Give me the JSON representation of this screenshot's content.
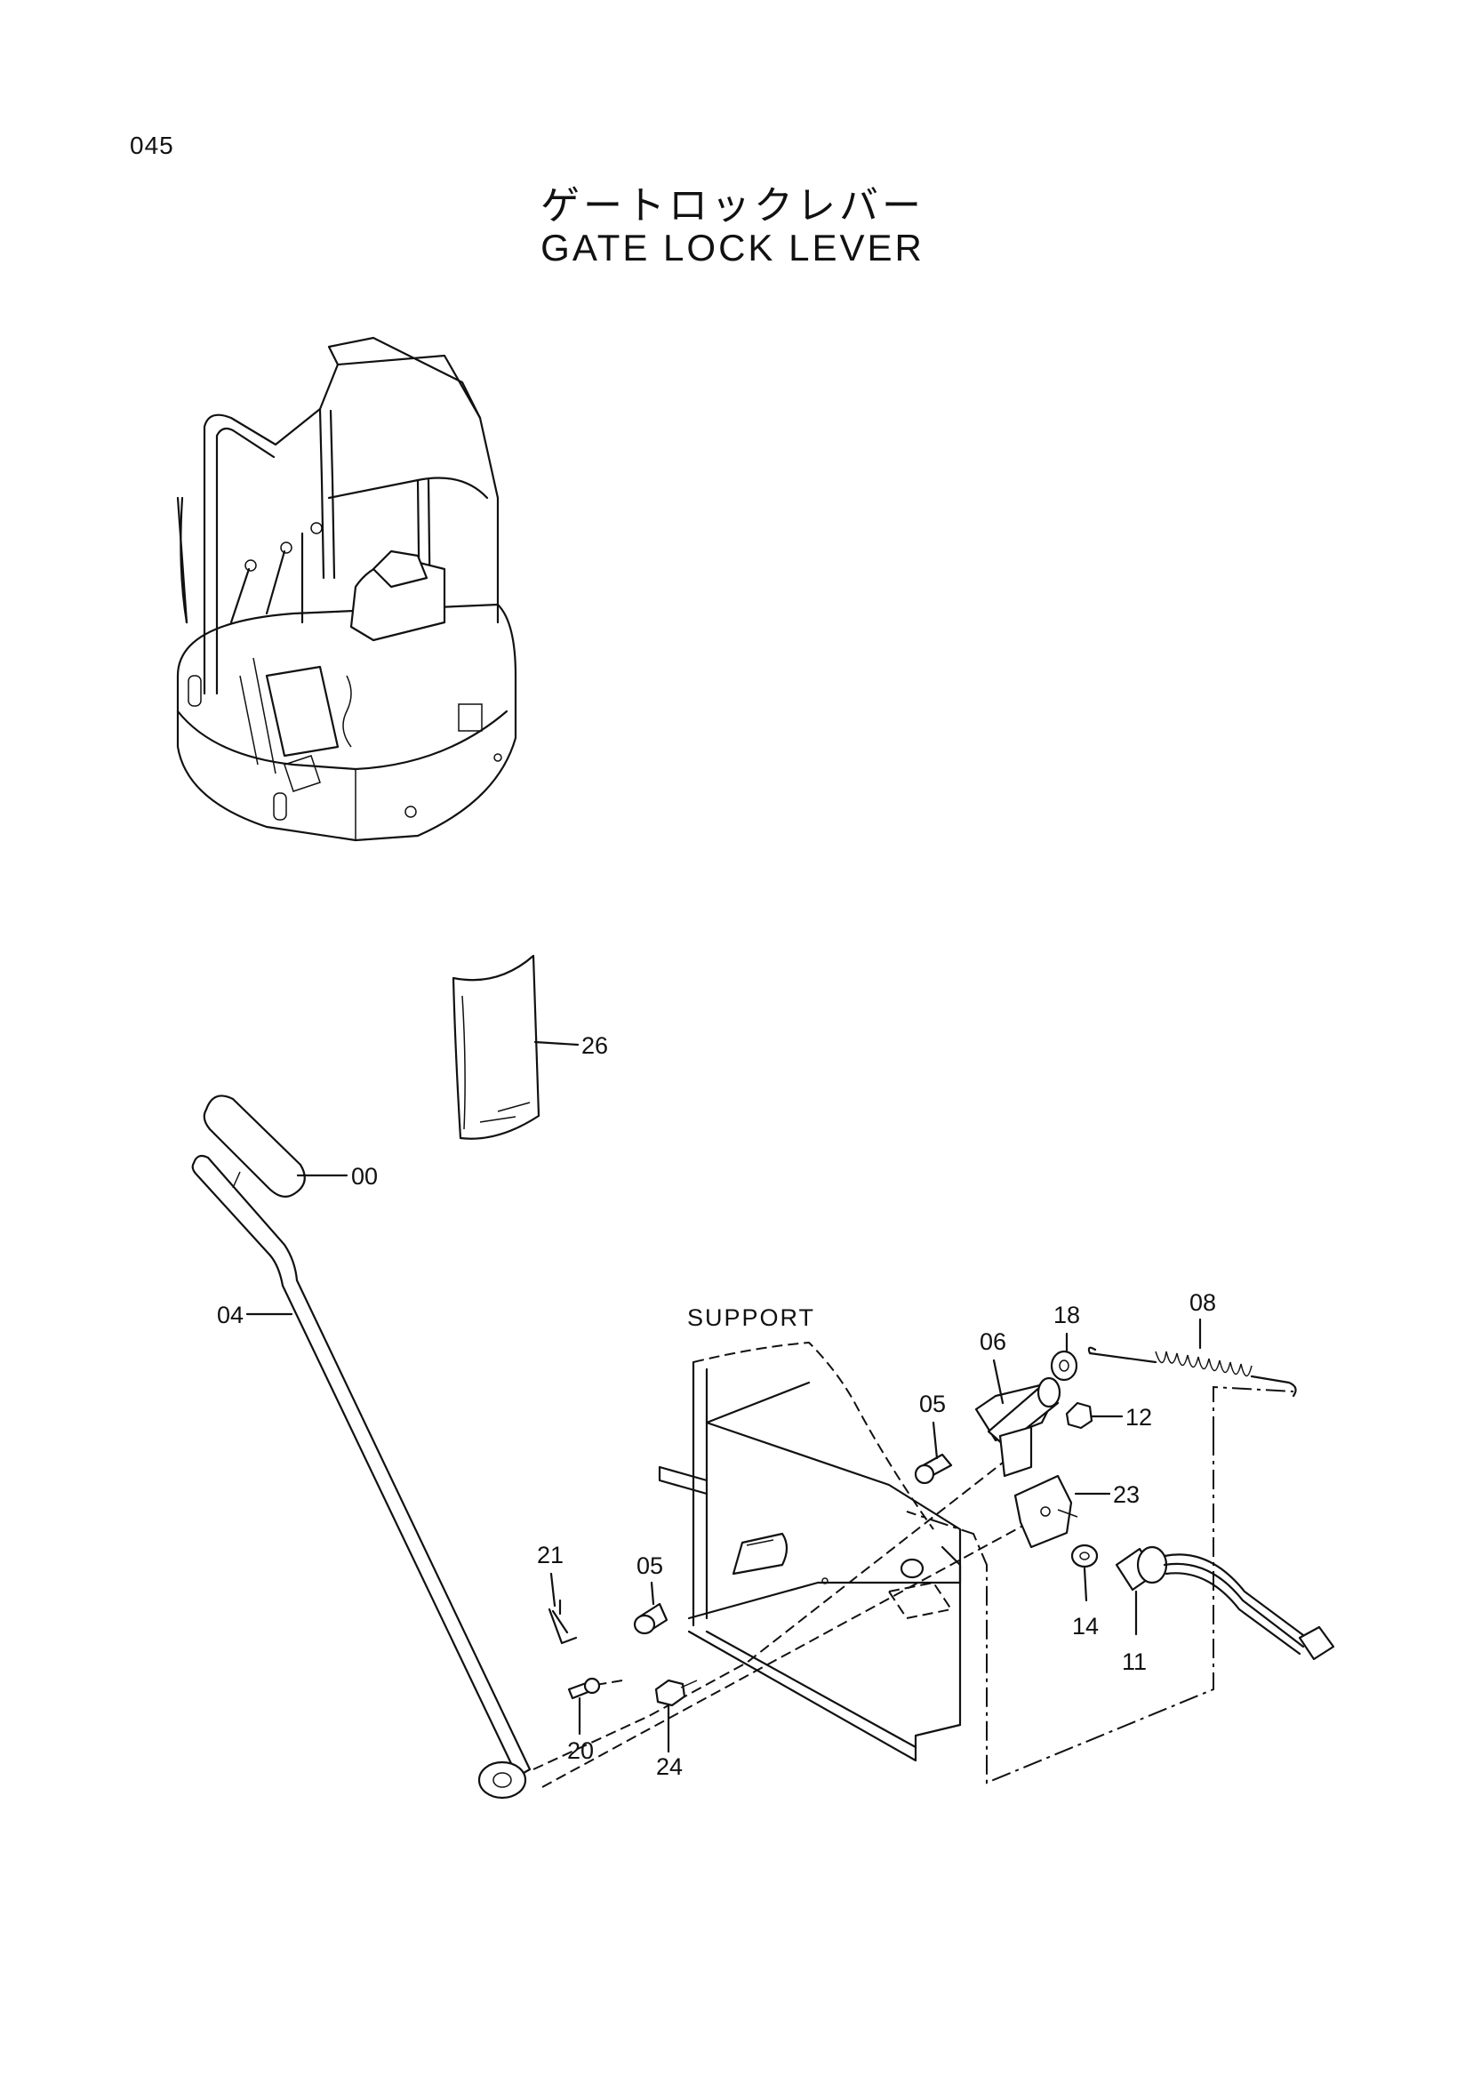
{
  "page": {
    "number": "045",
    "title_jp": "ゲートロックレバー",
    "title_en": "GATE LOCK LEVER"
  },
  "diagram": {
    "support_label": "SUPPORT",
    "callouts": [
      "26",
      "00",
      "04",
      "06",
      "18",
      "08",
      "05",
      "12",
      "23",
      "21",
      "05",
      "14",
      "11",
      "20",
      "24"
    ]
  }
}
